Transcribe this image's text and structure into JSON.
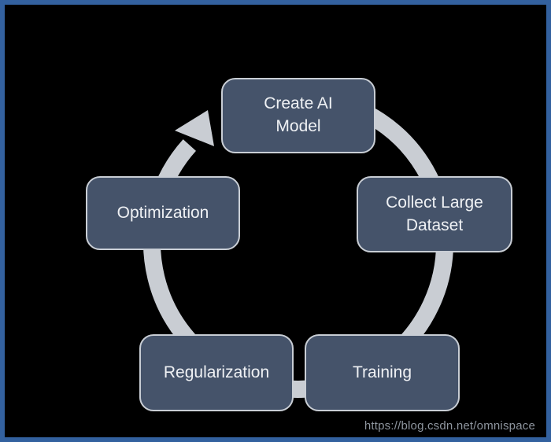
{
  "diagram": {
    "type": "cycle",
    "description": "Circular AI model development process with clockwise flow",
    "nodes": [
      {
        "id": "create",
        "label": "Create AI Model",
        "position": "top"
      },
      {
        "id": "collect",
        "label": "Collect Large Dataset",
        "position": "right"
      },
      {
        "id": "training",
        "label": "Training",
        "position": "bottom-right"
      },
      {
        "id": "regular",
        "label": "Regularization",
        "position": "bottom-left"
      },
      {
        "id": "optimize",
        "label": "Optimization",
        "position": "left"
      }
    ],
    "arrow": {
      "style": "circular-clockwise",
      "points_to": "Create AI Model"
    }
  },
  "watermark": {
    "text": "https://blog.csdn.net/omnispace"
  },
  "colors": {
    "background": "#000000",
    "frame_border": "#33619F",
    "node_fill": "#45536A",
    "node_border": "#C9CED5",
    "node_text": "#EFF1F4",
    "ring": "#C9CDD3",
    "watermark_text": "#8E959E"
  }
}
